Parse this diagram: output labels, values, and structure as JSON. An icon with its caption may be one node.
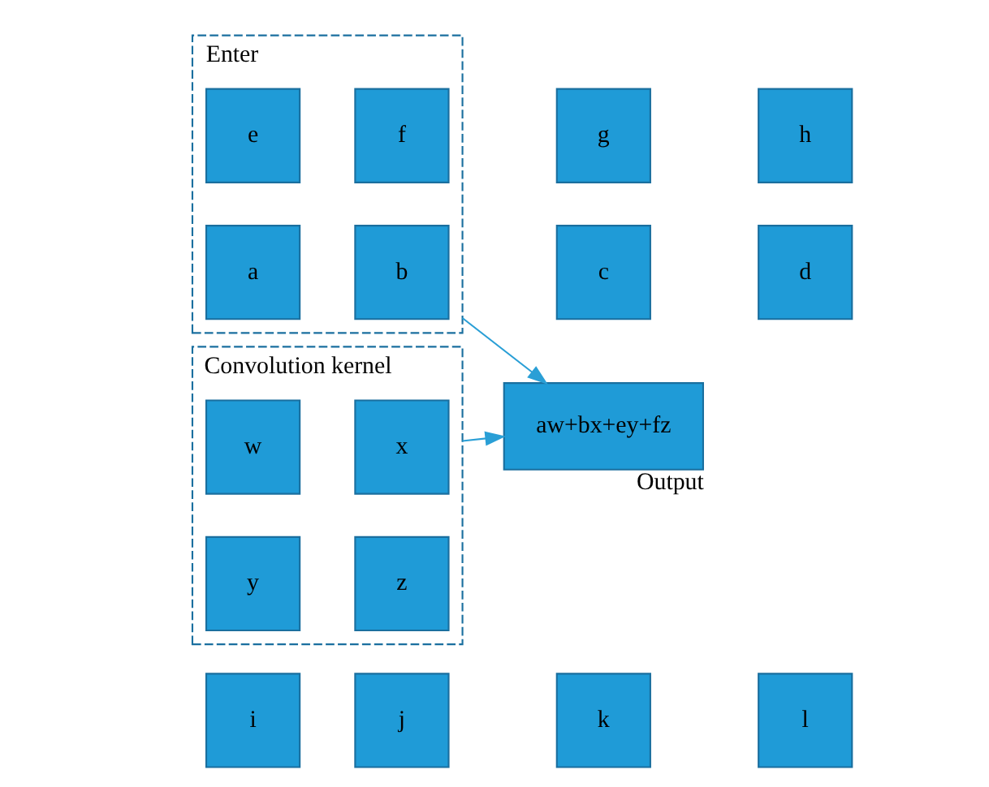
{
  "diagram": {
    "nodes": [
      {
        "text": [
          "Enter"
        ]
      },
      {
        "text": [
          "a"
        ],
        "in": 0
      },
      {
        "text": [
          "b"
        ],
        "in": 0
      },
      {
        "text": [
          "c"
        ]
      },
      {
        "text": [
          "d"
        ]
      },
      {
        "text": [
          "e"
        ],
        "in": 0
      },
      {
        "text": [
          "f"
        ],
        "in": 0
      },
      {
        "text": [
          "g"
        ]
      },
      {
        "text": [
          "h"
        ]
      },
      {
        "text": [
          "i"
        ]
      },
      {
        "text": [
          "j"
        ]
      },
      {
        "text": [
          "k"
        ]
      },
      {
        "text": [
          "l"
        ]
      },
      {
        "text": [
          "Convolution kernel"
        ]
      },
      {
        "text": [
          "w"
        ],
        "in": 13
      },
      {
        "text": [
          "x"
        ],
        "in": 13
      },
      {
        "text": [
          "y"
        ],
        "in": 13
      },
      {
        "text": [
          "z"
        ],
        "in": 13
      },
      {
        "text": [
          "aw+bx+ey+fz"
        ],
        "beside": [
          "Output"
        ]
      }
    ],
    "edges": [
      {
        "from": 0,
        "to": 18,
        "arrow": "to"
      },
      {
        "from": 13,
        "to": 18,
        "arrow": "to"
      }
    ]
  }
}
